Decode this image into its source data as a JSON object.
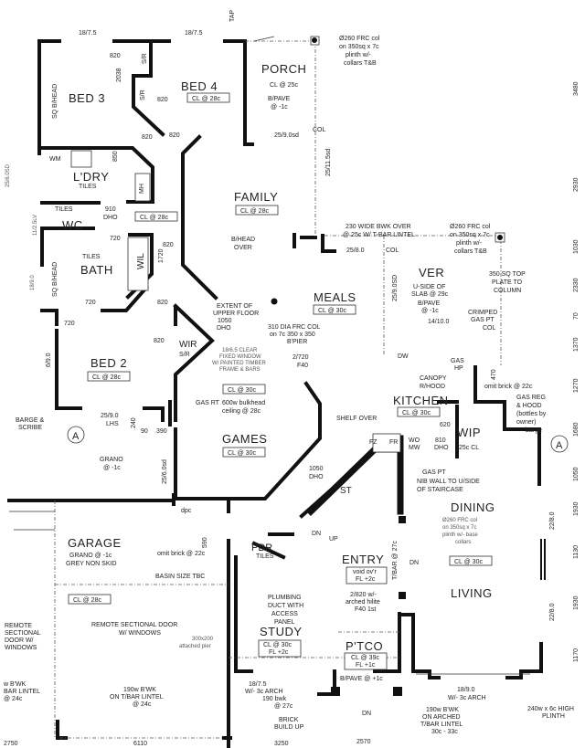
{
  "rooms": {
    "bed3": "BED 3",
    "bed4": "BED 4",
    "porch": "PORCH",
    "laundry": "L'DRY",
    "wc": "WC",
    "bath": "BATH",
    "family": "FAMILY",
    "meals": "MEALS",
    "ver": "VER",
    "bed2": "BED 2",
    "wir": "WIR",
    "wil": "WIL",
    "games": "GAMES",
    "kitchen": "KITCHEN",
    "wip": "WIP",
    "dining": "DINING",
    "living": "LIVING",
    "garage": "GARAGE",
    "pdr": "PDR",
    "study": "STUDY",
    "entry": "ENTRY",
    "portico": "P'TCO",
    "st": "ST",
    "mh": "MH"
  },
  "ceilings": {
    "bed4": "CL @ 28c",
    "porch": "CL @ 25c",
    "family": "CL @ 28c",
    "hall": "CL @ 28c",
    "meals": "CL @ 30c",
    "bed2": "CL @ 28c",
    "games_upper": "CL @ 30c",
    "games": "CL @ 30c",
    "kitchen": "CL @ 30c",
    "dining": "CL @ 30c",
    "garage": "CL @ 28c",
    "study": "CL @ 30c",
    "study_fl": "FL +2c",
    "entry1": "void ov'r",
    "entry2": "FL +2c",
    "portico1": "CL @ 39c",
    "portico2": "FL +1c"
  },
  "notes": {
    "dim_top1": "18/7.5",
    "dim_top2": "18/7.5",
    "tap": "TAP",
    "frc_col_1": [
      "Ø260 FRC col",
      "on 350sq x 7c",
      "plinth w/-",
      "collars T&B"
    ],
    "frc_col_2": [
      "Ø260 FRC col",
      "on 350sq x 7c",
      "plinth w/-",
      "collars T&B"
    ],
    "bwk_over": [
      "230 WIDE BWK OVER",
      "@ 25c W/ T-BAR LINTEL"
    ],
    "top_plate": [
      "350 SQ TOP",
      "PLATE TO",
      "COLUMN"
    ],
    "porch_pave": [
      "B/PAVE",
      "@ -1c"
    ],
    "ver_slab": [
      "U-SIDE OF",
      "SLAB @ 29c",
      "B/PAVE",
      "@ -1c",
      "14/10.0"
    ],
    "crimped": [
      "CRIMPED",
      "GAS PT",
      "COL"
    ],
    "col": "COL",
    "col2": "COL",
    "dim_2511": "25/11.5sd",
    "dim_259": "25/9.0sd",
    "dim_258": "25/8.0",
    "dim_2590sd": "25/9.0SD",
    "sq_bhead_bed3": "SQ B/HEAD",
    "sq_bhead_bath": "SQ B/HEAD",
    "wm": "WM",
    "tiles_ldry": "TILES",
    "tiles_wc": "TILES",
    "tiles_bath": "TILES",
    "tiles_pdr": "TILES",
    "d910": "910",
    "dho": "DHO",
    "d820": "820",
    "d720": "720",
    "d1720": "1720",
    "d2038": "2038",
    "d850": "850",
    "sr": "S/R",
    "bhead_over": [
      "B/HEAD",
      "OVER"
    ],
    "upper_floor": [
      "EXTENT OF",
      "UPPER FLOOR",
      "1050",
      "DHO"
    ],
    "frc_pier": [
      "310 DIA FRC COL",
      "on 7c 350 x 350",
      "B'PIER"
    ],
    "window": [
      "18/6.5 CLEAR",
      "FIXED WINDOW",
      "W/ PAINTED TIMBER",
      "FRAME & BARS"
    ],
    "bulkhead": [
      "600w bulkhead",
      "ceiling @ 28c"
    ],
    "gas_rt": "GAS RT",
    "d2720": [
      "2/720",
      "F40"
    ],
    "barge": [
      "BARGE &",
      "SCRIBE"
    ],
    "lhs": [
      "25/9.0",
      "LHS"
    ],
    "d240": "240",
    "d90": "90",
    "d390": "390",
    "grano": [
      "GRANO",
      "@ -1c"
    ],
    "dim_256": "25/6.0sd",
    "d1050dho": [
      "1050",
      "DHO"
    ],
    "dpc": "dpc",
    "dw": "DW",
    "gas_hp": [
      "GAS",
      "HP"
    ],
    "canopy": [
      "CANOPY",
      "R/HOOD"
    ],
    "d470": "470",
    "omit_brick_k": "omit brick @ 22c",
    "gas_reg": [
      "GAS REG",
      "& HOOD",
      "(bottles by",
      "owner)",
      "barge"
    ],
    "shelf_over": "SHELF OVER",
    "fz": "FZ",
    "fr": "FR",
    "wo": "WO",
    "mw": "MW",
    "d620": "620",
    "d810": [
      "810",
      "DHO"
    ],
    "wip_cl": "25c CL",
    "gas_pt": "GAS PT",
    "nib": [
      "NIB WALL TO U/SIDE",
      "OF STAIRCASE"
    ],
    "dining_col": [
      "Ø260 FRC col",
      "on 350sq x 7c",
      "plinth w/- base",
      "collars"
    ],
    "garage_floor": [
      "GRANO @ -1c",
      "GREY NON SKID"
    ],
    "omit_brick_g": "omit brick @ 22c",
    "d590": "590",
    "basin": "BASIN SIZE TBC",
    "sect_door": [
      "REMOTE SECTIONAL DOOR",
      "W/ WINDOWS"
    ],
    "sect_door_left": [
      "REMOTE",
      "SECTIONAL",
      "DOOR W/",
      "WINDOWS"
    ],
    "pier": [
      "300x200",
      "attached pier"
    ],
    "plumbing": [
      "PLUMBING",
      "DUCT WITH",
      "ACCESS",
      "PANEL"
    ],
    "entry_door": [
      "2/820 w/-",
      "arched hilite",
      "F40 1st"
    ],
    "tbar": "T/BAR @ 27c",
    "dn": "DN",
    "up": "UP",
    "portico_pave": "B/PAVE @ +1c",
    "arch_study": [
      "18/7.5",
      "W/- 3c ARCH",
      "190 bwk",
      "@ 27c"
    ],
    "brick": [
      "BRICK",
      "BUILD UP"
    ],
    "lintel_garage": [
      "190w B'WK",
      "ON T/BAR LINTEL",
      "@ 24c"
    ],
    "lintel_left": [
      "w B'WK",
      "BAR LINTEL",
      "@ 24c"
    ],
    "arch_living": [
      "18/9.0",
      "W/- 3c ARCH"
    ],
    "lintel_living": [
      "190w B'WK",
      "ON ARCHED",
      "T/BAR LINTEL",
      "30c - 33c"
    ],
    "plinth": [
      "240w x 6c HIGH",
      "PLINTH"
    ],
    "d2280": "22/8.0",
    "d2280b": "22/8.0",
    "section": "A",
    "section2": "A"
  },
  "dimensions_right": [
    "3480",
    "2930",
    "1030",
    "2330",
    "70",
    "1370",
    "1270",
    "1680",
    "1050",
    "1930",
    "1130",
    "1930",
    "1170"
  ],
  "dimensions_bottom": [
    "2750",
    "6110",
    "3250",
    "2570"
  ],
  "dimensions_left": [
    "25/6.0SD",
    "11/2.5LV",
    "18/9.0",
    "6/9.0"
  ]
}
